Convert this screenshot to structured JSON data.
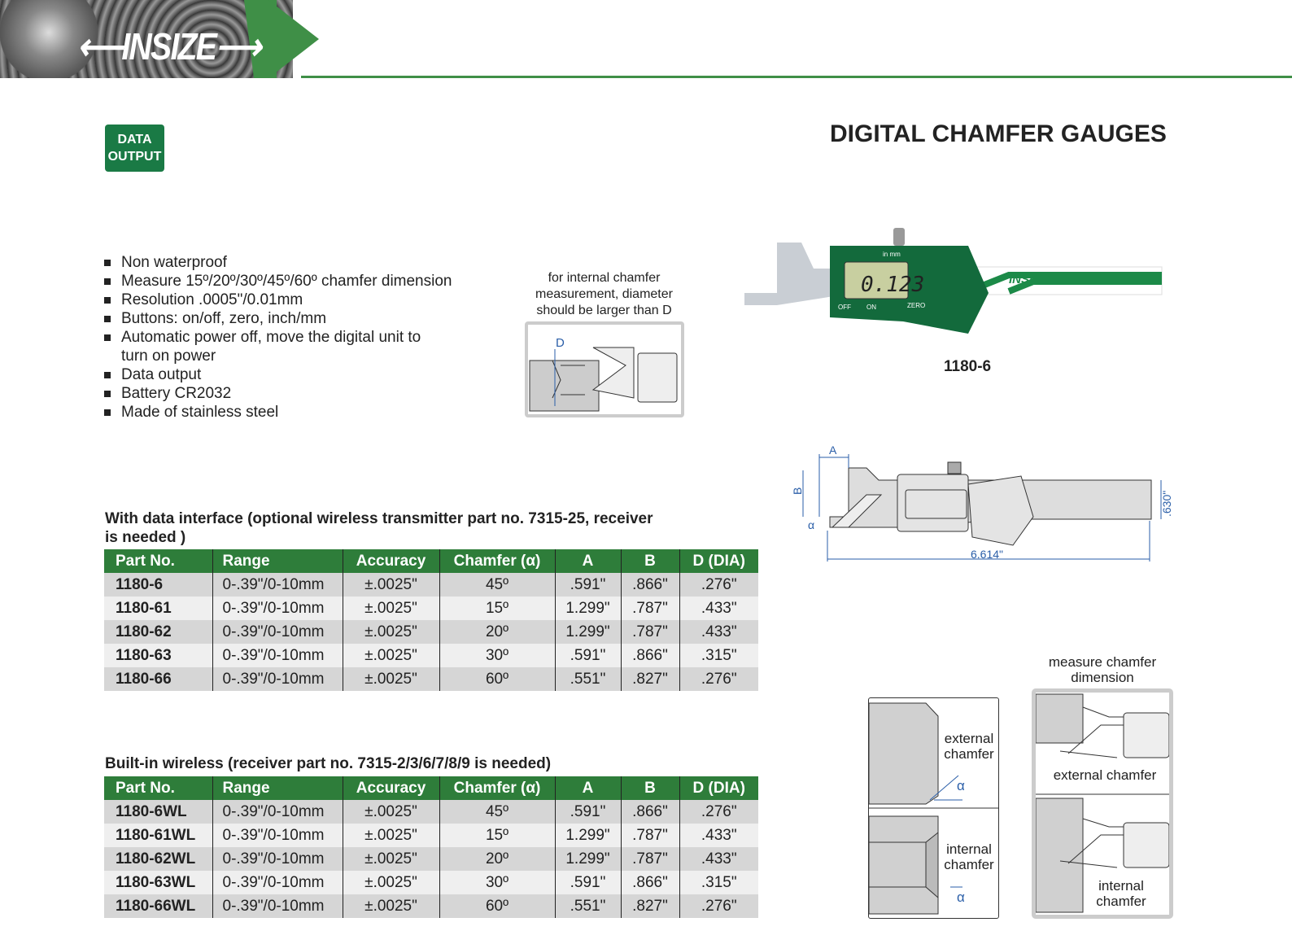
{
  "brand": {
    "logo": "INSIZE",
    "accent": "#3f8f47"
  },
  "badge": {
    "line1": "DATA",
    "line2": "OUTPUT"
  },
  "title": "DIGITAL CHAMFER GAUGES",
  "features": [
    "Non waterproof",
    "Measure 15º/20º/30º/45º/60º chamfer dimension",
    "Resolution .0005\"/0.01mm",
    "Buttons: on/off, zero, inch/mm",
    "Automatic power off, move the digital unit to turn on power",
    "Data output",
    "Battery CR2032",
    "Made of stainless steel"
  ],
  "note": "for internal chamfer measurement, diameter should be larger than D",
  "sketch_label": "D",
  "photo": {
    "display": "0.123",
    "in_mm": "in  mm",
    "off": "OFF",
    "on": "ON",
    "zero": "ZERO",
    "logo": "INSIZE",
    "model": "1180-6"
  },
  "dimensions": {
    "a": "A",
    "b": "B",
    "alpha": "α",
    "length": "6.614\"",
    "height": ".630\""
  },
  "table1": {
    "heading": "With data interface (optional wireless transmitter part no. 7315-25, receiver is needed )",
    "columns": [
      "Part No.",
      "Range",
      "Accuracy",
      "Chamfer (α)",
      "A",
      "B",
      "D (DIA)"
    ],
    "rows": [
      [
        "1180-6",
        "0-.39\"/0-10mm",
        "±.0025\"",
        "45º",
        ".591\"",
        ".866\"",
        ".276\""
      ],
      [
        "1180-61",
        "0-.39\"/0-10mm",
        "±.0025\"",
        "15º",
        "1.299\"",
        ".787\"",
        ".433\""
      ],
      [
        "1180-62",
        "0-.39\"/0-10mm",
        "±.0025\"",
        "20º",
        "1.299\"",
        ".787\"",
        ".433\""
      ],
      [
        "1180-63",
        "0-.39\"/0-10mm",
        "±.0025\"",
        "30º",
        ".591\"",
        ".866\"",
        ".315\""
      ],
      [
        "1180-66",
        "0-.39\"/0-10mm",
        "±.0025\"",
        "60º",
        ".551\"",
        ".827\"",
        ".276\""
      ]
    ]
  },
  "table2": {
    "heading": "Built-in wireless (receiver part no. 7315-2/3/6/7/8/9 is needed)",
    "columns": [
      "Part No.",
      "Range",
      "Accuracy",
      "Chamfer (α)",
      "A",
      "B",
      "D (DIA)"
    ],
    "rows": [
      [
        "1180-6WL",
        "0-.39\"/0-10mm",
        "±.0025\"",
        "45º",
        ".591\"",
        ".866\"",
        ".276\""
      ],
      [
        "1180-61WL",
        "0-.39\"/0-10mm",
        "±.0025\"",
        "15º",
        "1.299\"",
        ".787\"",
        ".433\""
      ],
      [
        "1180-62WL",
        "0-.39\"/0-10mm",
        "±.0025\"",
        "20º",
        "1.299\"",
        ".787\"",
        ".433\""
      ],
      [
        "1180-63WL",
        "0-.39\"/0-10mm",
        "±.0025\"",
        "30º",
        ".591\"",
        ".866\"",
        ".315\""
      ],
      [
        "1180-66WL",
        "0-.39\"/0-10mm",
        "±.0025\"",
        "60º",
        ".551\"",
        ".827\"",
        ".276\""
      ]
    ]
  },
  "diagrams": {
    "external": "external chamfer",
    "internal": "internal chamfer",
    "alpha": "α",
    "measure": "measure chamfer dimension"
  }
}
